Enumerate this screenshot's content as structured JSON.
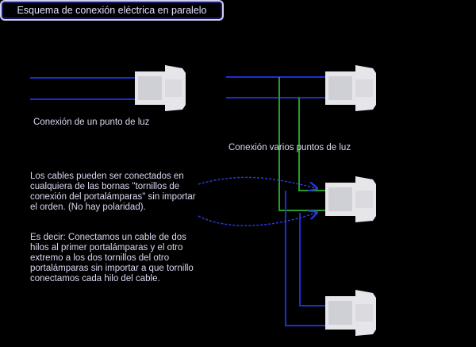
{
  "title": "Esquema de conexión eléctrica en paralelo",
  "labels": {
    "single": "Conexión de un punto de luz",
    "multiple": "Conexión varios puntos de luz"
  },
  "notes": {
    "polarity": "Los cables pueden ser conectados en cualquiera de las bornas \"tornillos de conexión del portalámparas\" sin importar el orden. (No hay polaridad).",
    "explanation": "Es decir: Conectamos un cable de dos hilos al primer portalámparas y el otro extremo a los dos tornillos del otro portalámparas sin importar a que tornillo conectamos cada hilo del cable."
  },
  "colors": {
    "wire_blue": "#1a2fd0",
    "wire_green": "#2a9a2a",
    "holder": "#e6e6ea"
  }
}
